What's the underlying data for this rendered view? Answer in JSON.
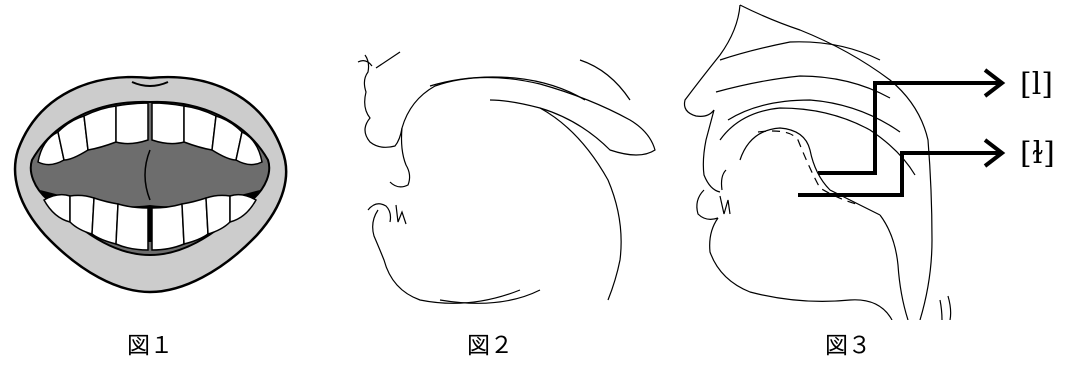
{
  "figures": [
    {
      "id": "fig1",
      "caption": "図１",
      "subject": "open mouth, front view"
    },
    {
      "id": "fig2",
      "caption": "図２",
      "subject": "oral cavity profile, sagittal view"
    },
    {
      "id": "fig3",
      "caption": "図３",
      "subject": "head sagittal section with tongue positions"
    }
  ],
  "labels": {
    "clear_l": "[l]",
    "dark_l": "[ɫ]"
  },
  "colors": {
    "lips": "#cccccc",
    "mouth_interior": "#6d6d6d",
    "mouth_dark": "#000000",
    "teeth": "#ffffff",
    "line": "#000000"
  }
}
